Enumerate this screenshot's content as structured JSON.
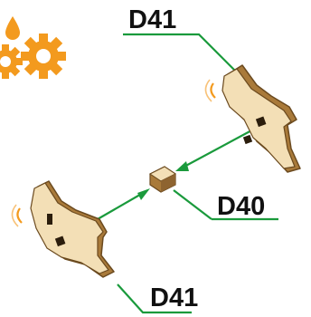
{
  "labels": {
    "top": "D41",
    "middle": "D40",
    "bottom": "D41"
  },
  "colors": {
    "leader_line": "#1a9a3c",
    "gear": "#f39a1e",
    "drop": "#f39a1e",
    "wood_face": "#f3dfb6",
    "wood_edge": "#a97a3a",
    "wood_outline": "#6b4a1f",
    "motion_arc": "#f39a1e"
  },
  "icons": {
    "corner": "gears-with-oil-drop-icon"
  }
}
